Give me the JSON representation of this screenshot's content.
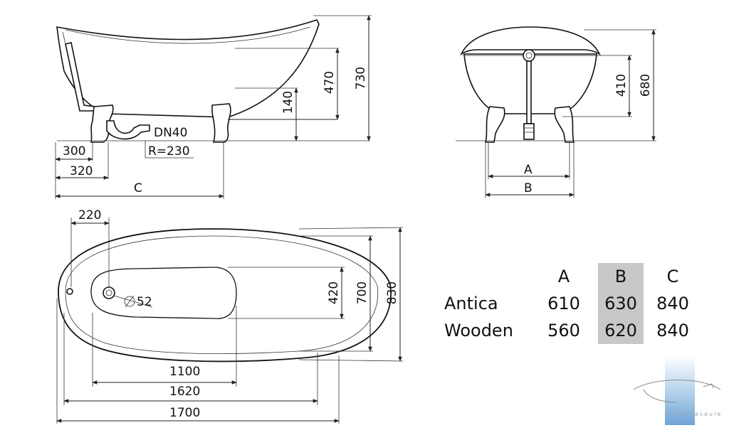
{
  "side_view": {
    "dim_730": "730",
    "dim_470": "470",
    "dim_140": "140",
    "dim_300": "300",
    "dim_320": "320",
    "dim_c": "C",
    "dn": "DN40",
    "radius": "R=230"
  },
  "end_view": {
    "dim_680": "680",
    "dim_410": "410",
    "dim_a": "A",
    "dim_b": "B"
  },
  "plan_view": {
    "dim_220": "220",
    "drain": "52",
    "dim_420": "420",
    "dim_700": "700",
    "dim_830": "830",
    "dim_1100": "1100",
    "dim_1620": "1620",
    "dim_1700": "1700"
  },
  "spec_table": {
    "headers": [
      "A",
      "B",
      "C"
    ],
    "rows": [
      {
        "name": "Antica",
        "a": "610",
        "b": "630",
        "c": "840"
      },
      {
        "name": "Wooden",
        "a": "560",
        "b": "620",
        "c": "840"
      }
    ],
    "highlight_column": "B",
    "highlight_color": "#c8c8c8"
  },
  "logo": {
    "text": "vannupasaule",
    "accent_color": "#7fb0dc"
  }
}
